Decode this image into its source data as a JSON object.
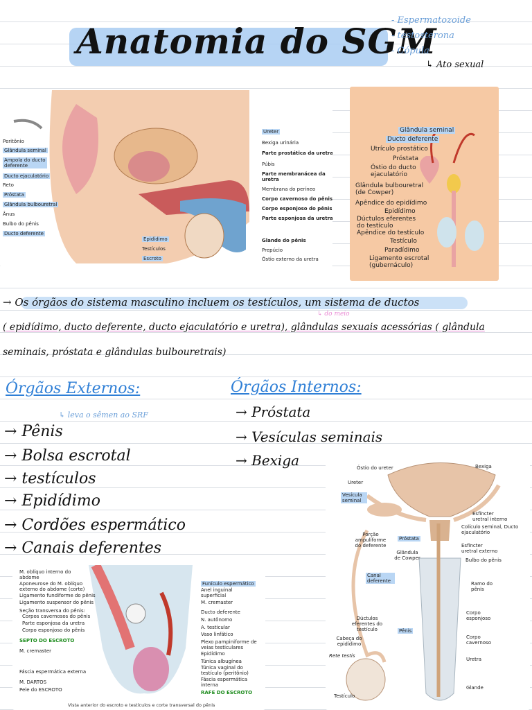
{
  "title": "Anatomia do SGM",
  "side_notes": [
    "- Espermatozoide",
    "- testosterona",
    "- Cópula",
    "↳ Ato sexual"
  ],
  "fig1": {
    "left_labels": [
      "Peritônio",
      "Glândula seminal",
      "Ampola do ducto deferente",
      "Ducto ejaculatório",
      "Reto",
      "Próstata",
      "Glândula bulbouretral",
      "Ânus",
      "Bulbo do pênis",
      "Ducto deferente"
    ],
    "bottom_labels": [
      "Epidídimo",
      "Testículos",
      "Escroto"
    ],
    "right_labels": [
      "Ureter",
      "Bexiga urinária",
      "Parte prostática da uretra",
      "Púbis",
      "Parte membranácea da uretra",
      "Membrana do períneo",
      "Corpo cavernoso do pênis",
      "Corpo esponjoso do pênis",
      "Parte esponjosa da uretra",
      "Glande do pênis",
      "Prepúcio",
      "Óstio externo da uretra"
    ]
  },
  "fig2": {
    "labels": [
      "Glândula seminal",
      "Ducto deferente",
      "Utrículo prostático",
      "Próstata",
      "Óstio do ducto ejaculatório",
      "Glândula bulbouretral (de Cowper)",
      "Apêndice do epidídimo",
      "Epidídimo",
      "Dúctulos eferentes do testículo",
      "Apêndice do testículo",
      "Testículo",
      "Paradídimo",
      "Ligamento escrotal (gubernáculo)"
    ]
  },
  "paragraph": {
    "line1": "→ Os órgãos do sistema masculino incluem os testículos, um sistema de ductos",
    "line2": "( epidídimo, ducto deferente, ducto ejaculatório e uretra), glândulas sexuais acessórias ( glândula",
    "line3": "seminais, próstata e glândulas bulbouretrais)",
    "margin_note": "↳ do meio"
  },
  "externos": {
    "header": "Órgãos Externos:",
    "note": "↳ leva o sêmen ao SRF",
    "items": [
      "→ Pênis",
      "→ Bolsa escrotal",
      "→ testículos",
      "→ Epidídimo",
      "→ Cordões espermático",
      "→ Canais deferentes"
    ]
  },
  "internos": {
    "header": "Órgãos Internos:",
    "items": [
      "→ Próstata",
      "→ Vesículas seminais",
      "→ Bexiga"
    ]
  },
  "fig3": {
    "left_labels": [
      "M. oblíquo interno do abdome",
      "Aponeurose do M. oblíquo externo do abdome (corte)",
      "Ligamento fundiforme do pênis",
      "Ligamento suspensor do pênis",
      "Seção transversa do pênis:",
      "Corpos cavernosos do pênis",
      "Parte esponjosa da uretra",
      "Corpo esponjoso do pênis",
      "SEPTO DO ESCROTO",
      "M. cremaster",
      "Fáscia espermática externa",
      "M. DARTOS",
      "Pele do ESCROTO"
    ],
    "right_labels": [
      "Funículo espermático",
      "Anel inguinal superficial",
      "M. cremaster",
      "Ducto deferente",
      "N. autônomo",
      "A. testicular",
      "Vaso linfático",
      "Plexo pampiniforme de veias testiculares",
      "Epidídimo",
      "Túnica albugínea",
      "Túnica vaginal do testículo (peritônio)",
      "Fáscia espermática interna",
      "RAFE DO ESCROTO"
    ],
    "caption": "Vista anterior do escroto e testículos e corte transversal do pênis"
  },
  "fig4": {
    "left_labels": [
      "Óstio do ureter",
      "Ureter",
      "Vesícula seminal",
      "Porção ampuliforme do deferente",
      "Canal deferente",
      "Dúctulos eferentes do testículo",
      "Cabeça do epidídimo",
      "Rete testis",
      "Testículo"
    ],
    "right_labels": [
      "Bexiga",
      "Esfíncter uretral interno",
      "Colículo seminal, Ducto ejaculatório",
      "Próstata",
      "Glândula de Cowper",
      "Esfíncter uretral externo",
      "Bulbo do pênis",
      "Ramo do pênis",
      "Corpo esponjoso",
      "Pênis",
      "Corpo cavernoso",
      "Uretra",
      "Glande"
    ]
  },
  "colors": {
    "accent_blue": "#2f7fd6",
    "highlight": "#a9cdf2",
    "pink": "#e98bd4",
    "green": "#1a8a1a"
  }
}
